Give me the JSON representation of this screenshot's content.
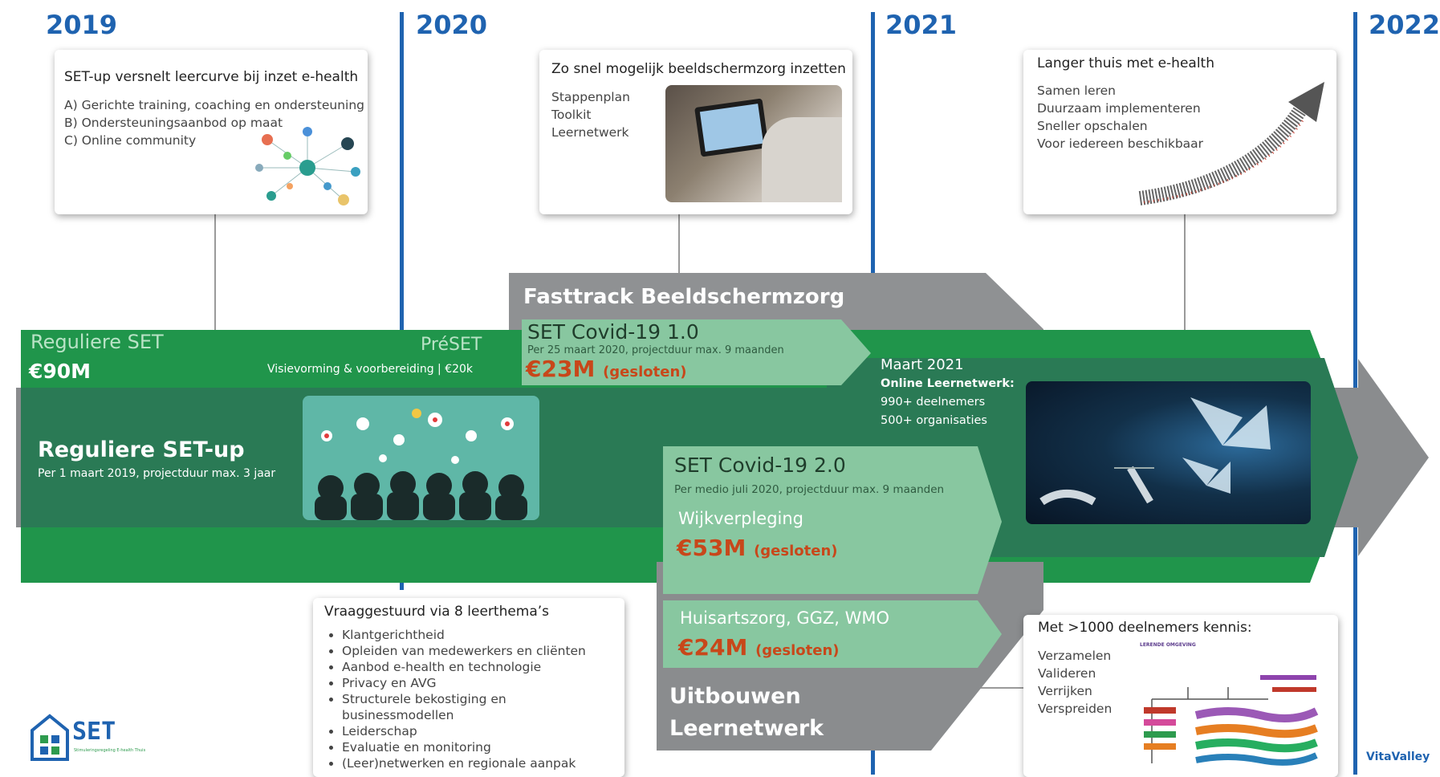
{
  "years": [
    "2019",
    "2020",
    "2021",
    "2022"
  ],
  "card_2019": {
    "title": "SET-up versnelt leercurve bij inzet e-health",
    "lines": [
      "A) Gerichte training, coaching en ondersteuning",
      "B) Ondersteuningsaanbod op maat",
      "C) Online community"
    ]
  },
  "card_2020": {
    "title": "Zo snel mogelijk beeldschermzorg inzetten",
    "lines": [
      "Stappenplan",
      "Toolkit",
      "Leernetwerk"
    ]
  },
  "card_2021": {
    "title": "Langer thuis met e-health",
    "lines": [
      "Samen leren",
      "Duurzaam implementeren",
      "Sneller opschalen",
      "Voor iedereen beschikbaar"
    ]
  },
  "regular": {
    "title": "Reguliere SET",
    "amount": "€90M",
    "preset_title": "PréSET",
    "preset_sub": "Visievorming & voorbereiding | €20k"
  },
  "setup": {
    "title": "Reguliere SET-up",
    "subtitle": "Per 1 maart 2019, projectduur max. 3 jaar"
  },
  "fasttrack": {
    "title": "Fasttrack Beeldschermzorg"
  },
  "covid1": {
    "title": "SET Covid-19 1.0",
    "subtitle": "Per 25 maart 2020, projectduur max. 9 maanden",
    "amount": "€23M",
    "status": "(gesloten)"
  },
  "online": {
    "date": "Maart 2021",
    "title": "Online Leernetwerk:",
    "lines": [
      "990+ deelnemers",
      "500+ organisaties"
    ]
  },
  "covid2": {
    "title": "SET Covid-19 2.0",
    "subtitle": "Per medio juli 2020, projectduur max. 9 maanden",
    "wijk_label": "Wijkverpleging",
    "wijk_amount": "€53M",
    "wijk_status": "(gesloten)",
    "huis_label": "Huisartszorg, GGZ, WMO",
    "huis_amount": "€24M",
    "huis_status": "(gesloten)"
  },
  "uitbouwen": {
    "line1": "Uitbouwen",
    "line2": "Leernetwerk"
  },
  "themes": {
    "title": "Vraaggestuurd via 8 leerthema’s",
    "items": [
      "Klantgerichtheid",
      "Opleiden van medewerkers en cliënten",
      "Aanbod e-health en technologie",
      "Privacy en AVG",
      "Structurele bekostiging en businessmodellen",
      "Leiderschap",
      "Evaluatie en monitoring",
      "(Leer)netwerken en regionale aanpak"
    ]
  },
  "knowledge": {
    "title": "Met >1000 deelnemers kennis:",
    "lines": [
      "Verzamelen",
      "Valideren",
      "Verrijken",
      "Verspreiden"
    ],
    "diagram_title": "LERENDE OMGEVING"
  },
  "logo": {
    "text": "SET",
    "tagline": "Stimuleringsregeling E-health Thuis"
  },
  "vitavalley": "VitaValley",
  "colors": {
    "blue": "#1f63b0",
    "green": "#20954b",
    "dark_green": "#2a7a55",
    "light_green": "#88c7a0",
    "gray": "#8a8c8e",
    "orange": "#c8471a"
  }
}
